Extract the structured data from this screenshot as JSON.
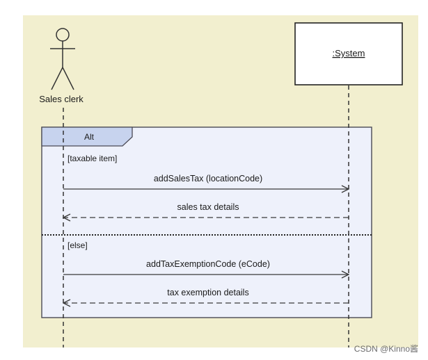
{
  "diagram": {
    "actor": {
      "name": "Sales clerk"
    },
    "system": {
      "name": ":System"
    },
    "fragment": {
      "operator": "Alt",
      "guard_1": "[taxable item]",
      "guard_2": "[else]"
    },
    "messages": {
      "m1": "addSalesTax (locationCode)",
      "m2": "sales tax details",
      "m3": "addTaxExemptionCode (eCode)",
      "m4": "tax exemption details"
    }
  },
  "watermark": "CSDN @Kinno酱",
  "colors": {
    "canvas": "#f2efcf",
    "fragment_fill": "#eef1fb",
    "fragment_tab": "#c7d3ee",
    "fragment_border": "#4a4a55",
    "line": "#3a3a3a"
  }
}
